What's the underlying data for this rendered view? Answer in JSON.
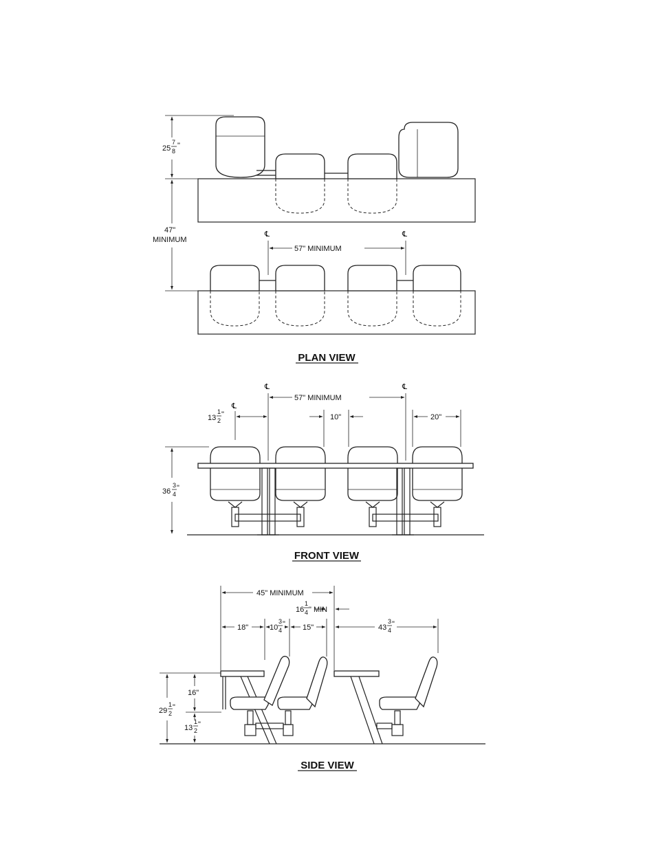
{
  "plan": {
    "title": "PLAN VIEW",
    "depth_whole": "25",
    "depth_num": "7",
    "depth_den": "8",
    "depth_unit": "\"",
    "min_line1": "47\"",
    "min_line2": "MINIMUM",
    "center_spacing": "57\" MINIMUM",
    "centerline_symbol": "℄"
  },
  "front": {
    "title": "FRONT VIEW",
    "center_spacing": "57\"  MINIMUM",
    "offset_whole": "13",
    "offset_num": "1",
    "offset_den": "2",
    "offset_unit": "\"",
    "gap": "10\"",
    "seat_width": "20\"",
    "height_whole": "36",
    "height_num": "3",
    "height_den": "4",
    "height_unit": "\"",
    "centerline_symbol": "℄"
  },
  "side": {
    "title": "SIDE VIEW",
    "overall": "45\" MINIMUM",
    "clear_whole": "16",
    "clear_num": "1",
    "clear_den": "4",
    "clear_unit": "\" MIN",
    "top_depth": "18\"",
    "mid_whole": "10",
    "mid_num": "3",
    "mid_den": "4",
    "mid_unit": "\"",
    "seat_depth": "15\"",
    "right_whole": "43",
    "right_num": "3",
    "right_den": "4",
    "right_unit": "\"",
    "knee": "16\"",
    "table_whole": "29",
    "table_num": "1",
    "table_den": "2",
    "table_unit": "\"",
    "seat_whole": "13",
    "seat_num": "1",
    "seat_den": "2",
    "seat_unit": "\""
  }
}
